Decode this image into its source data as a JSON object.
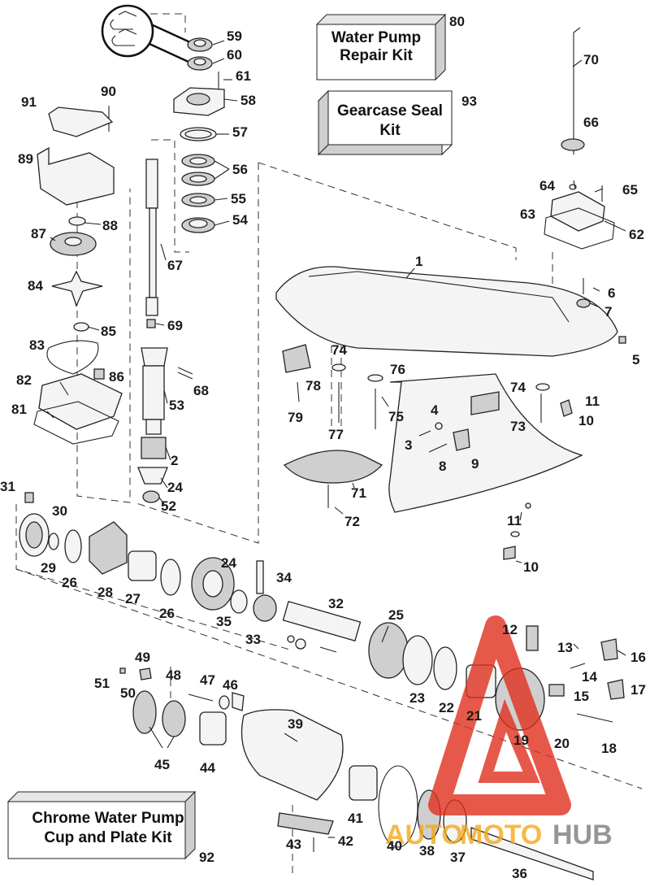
{
  "kits": {
    "water_pump_repair": {
      "line1": "Water Pump",
      "line2": "Repair Kit",
      "ref": "80"
    },
    "gearcase_seal": {
      "line1": "Gearcase Seal",
      "line2": "Kit",
      "ref": "93"
    },
    "chrome_cup_plate": {
      "line1": "Chrome Water Pump",
      "line2": "Cup and Plate Kit",
      "ref": "92"
    }
  },
  "watermark": {
    "part1": "AUTO",
    "part2": "MOTO",
    "part3": "HUB"
  },
  "callouts": {
    "c59": "59",
    "c60": "60",
    "c61": "61",
    "c58": "58",
    "c57": "57",
    "c56": "56",
    "c55": "55",
    "c54": "54",
    "c67": "67",
    "c69": "69",
    "c68": "68",
    "c53": "53",
    "c2": "2",
    "c24a": "24",
    "c52": "52",
    "c90": "90",
    "c91": "91",
    "c89": "89",
    "c88": "88",
    "c87": "87",
    "c84": "84",
    "c85": "85",
    "c83": "83",
    "c86": "86",
    "c82": "82",
    "c81": "81",
    "c70": "70",
    "c66": "66",
    "c64": "64",
    "c65": "65",
    "c63": "63",
    "c62": "62",
    "c1": "1",
    "c6": "6",
    "c7": "7",
    "c5": "5",
    "c11a": "11",
    "c10a": "10",
    "c74a": "74",
    "c78": "78",
    "c79": "79",
    "c77": "77",
    "c76": "76",
    "c75": "75",
    "c74b": "74",
    "c73": "73",
    "c4": "4",
    "c3": "3",
    "c8": "8",
    "c9": "9",
    "c71": "71",
    "c72": "72",
    "c11b": "11",
    "c10b": "10",
    "c31": "31",
    "c30": "30",
    "c29": "29",
    "c26a": "26",
    "c28": "28",
    "c27": "27",
    "c26b": "26",
    "c24b": "24",
    "c34": "34",
    "c35": "35",
    "c33": "33",
    "c32": "32",
    "c25": "25",
    "c23": "23",
    "c22": "22",
    "c21": "21",
    "c12": "12",
    "c13": "13",
    "c16": "16",
    "c14": "14",
    "c15": "15",
    "c17": "17",
    "c19": "19",
    "c20": "20",
    "c18": "18",
    "c49": "49",
    "c51": "51",
    "c50": "50",
    "c48": "48",
    "c47": "47",
    "c46": "46",
    "c45": "45",
    "c44": "44",
    "c39": "39",
    "c41": "41",
    "c40": "40",
    "c38": "38",
    "c37": "37",
    "c36": "36",
    "c42": "42",
    "c43": "43"
  },
  "colors": {
    "watermark_red": "#e0301e",
    "watermark_gold": "#f2a91c",
    "watermark_grey": "#7c7c7c"
  }
}
